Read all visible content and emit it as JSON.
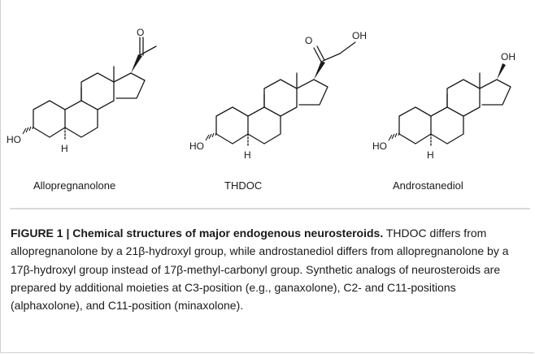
{
  "figure": {
    "compounds": [
      {
        "name": "Allopregnanolone",
        "side_chain": "acetyl"
      },
      {
        "name": "THDOC",
        "side_chain": "hydroxyacetyl"
      },
      {
        "name": "Androstanediol",
        "side_chain": "hydroxyl"
      }
    ],
    "atom_labels": {
      "ho": "HO",
      "h": "H",
      "o": "O",
      "oh": "OH"
    },
    "caption_title": "FIGURE 1 | Chemical structures of major endogenous neurosteroids.",
    "caption_body": "THDOC differs from allopregnanolone by a 21β-hydroxyl group, while androstanediol differs from allopregnanolone by a 17β-hydroxyl group instead of 17β-methyl-carbonyl group. Synthetic analogs of neurosteroids are prepared by additional moieties at C3-position (e.g., ganaxolone), C2- and C11-positions (alphaxolone), and C11-position (minaxolone)."
  }
}
